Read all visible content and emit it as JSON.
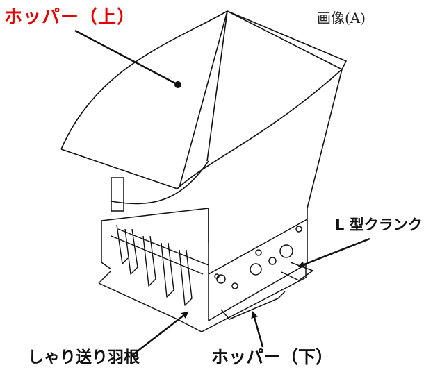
{
  "title": "画像(A)",
  "labels": {
    "hopper_upper": "ホッパー（上）",
    "l_crank": "L 型クランク",
    "blade": "しゃり送り羽根",
    "hopper_lower": "ホッパー（下）"
  },
  "colors": {
    "highlight_label": "#e60000",
    "line": "#111111"
  }
}
